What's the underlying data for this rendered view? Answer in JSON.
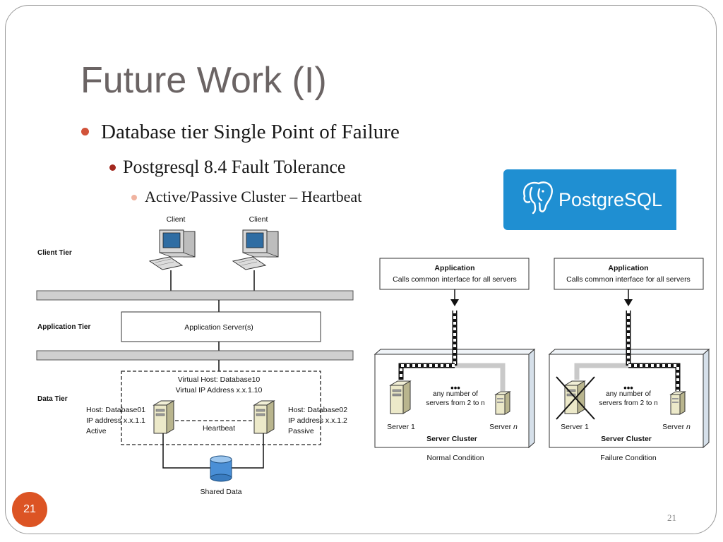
{
  "slide": {
    "title": "Future Work (I)",
    "bullets": [
      "Database tier Single Point of Failure",
      "Postgresql 8.4 Fault Tolerance",
      "Active/Passive Cluster – Heartbeat"
    ],
    "logo_text": "PostgreSQL",
    "page_badge": "21",
    "page_number": "21"
  },
  "tier_diagram": {
    "client_label_1": "Client",
    "client_label_2": "Client",
    "client_tier": "Client Tier",
    "application_tier": "Application Tier",
    "application_server": "Application Server(s)",
    "data_tier": "Data Tier",
    "virtual_host": "Virtual Host: Database10",
    "virtual_ip": "Virtual IP Address x.x.1.10",
    "host1_name": "Host: Database01",
    "host1_ip": "IP address x.x.1.1",
    "host1_state": "Active",
    "host2_name": "Host: Database02",
    "host2_ip": "IP address x.x.1.2",
    "host2_state": "Passive",
    "heartbeat": "Heartbeat",
    "shared_data": "Shared Data"
  },
  "cluster_normal": {
    "app_title": "Application",
    "app_subtitle": "Calls common interface for all servers",
    "dots": "•••",
    "any_number_1": "any number of",
    "any_number_2": "servers from 2 to n",
    "server1": "Server 1",
    "servern_prefix": "Server ",
    "servern_suffix": "n",
    "cluster_label": "Server Cluster",
    "caption": "Normal Condition"
  },
  "cluster_failure": {
    "app_title": "Application",
    "app_subtitle": "Calls common interface for all servers",
    "dots": "•••",
    "any_number_1": "any number of",
    "any_number_2": "servers from 2 to n",
    "server1": "Server 1",
    "servern_prefix": "Server ",
    "servern_suffix": "n",
    "cluster_label": "Server Cluster",
    "caption": "Failure Condition"
  },
  "icons": {
    "computer": "computer-icon",
    "server": "server-icon",
    "database": "database-icon",
    "elephant": "elephant-icon"
  }
}
